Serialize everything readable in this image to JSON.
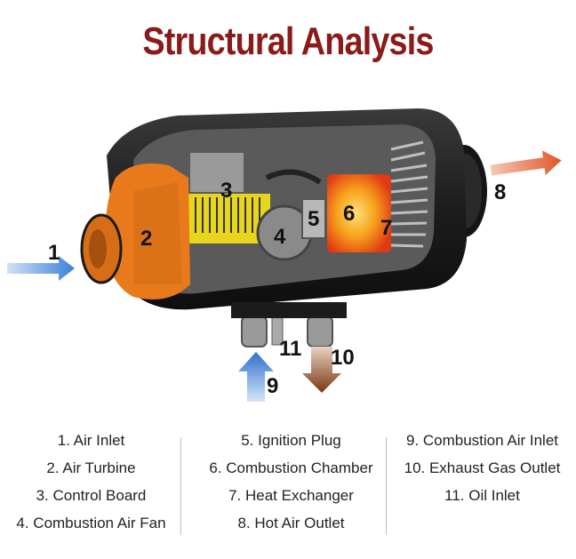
{
  "title": "Structural Analysis",
  "colors": {
    "title": "#8b1a1a",
    "housing": "#1c1c1c",
    "turbine": "#e87a1c",
    "control_board": "#e8d51e",
    "combustion_chamber": "#f2b21a",
    "flame": "#e03a12",
    "arrow_blue": "#3c7fd8",
    "arrow_brown": "#7a3612",
    "arrow_hot": "#e0562a"
  },
  "callouts": [
    "1",
    "2",
    "3",
    "4",
    "5",
    "6",
    "7",
    "8",
    "9",
    "10",
    "11"
  ],
  "legend": {
    "col1": [
      "1. Air Inlet",
      "2. Air Turbine",
      "3. Control Board",
      "4. Combustion Air Fan"
    ],
    "col2": [
      "5. Ignition Plug",
      "6. Combustion Chamber",
      "7. Heat Exchanger",
      "8. Hot Air Outlet"
    ],
    "col3": [
      "9. Combustion Air Inlet",
      "10. Exhaust Gas Outlet",
      "11. Oil Inlet"
    ]
  }
}
